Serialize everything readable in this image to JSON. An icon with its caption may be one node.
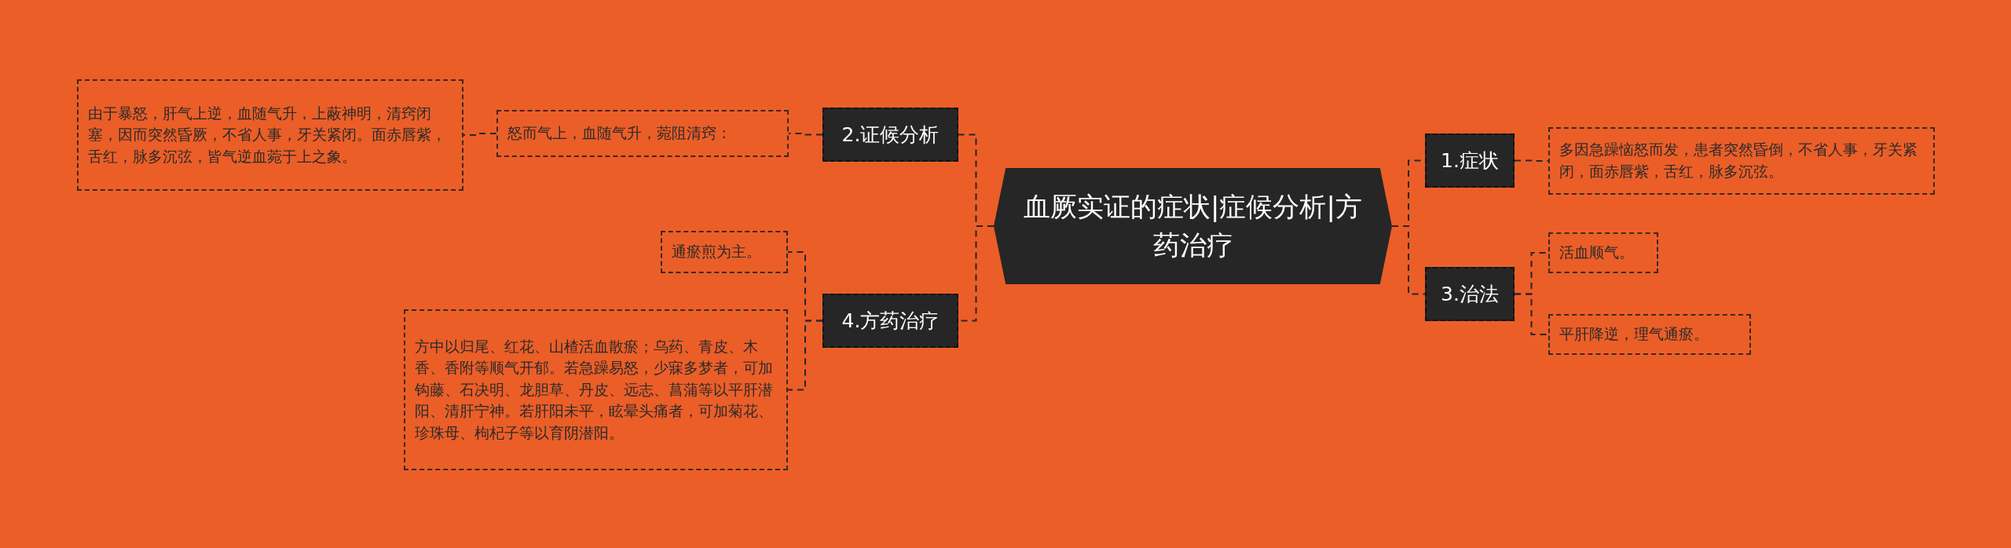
{
  "diagram": {
    "nodes": [
      {
        "text": [
          "血厥实证的症状|症候分析|方药治疗"
        ]
      },
      {
        "text": [
          "1.症状"
        ]
      },
      {
        "text": [
          "多因急躁恼怒而发，患者突然昏倒，不省人事，牙关紧闭，面赤唇紫，舌红，脉多沉弦。"
        ]
      },
      {
        "text": [
          "2.证候分析"
        ]
      },
      {
        "text": [
          "怒而气上，血随气升，菀阻清窍："
        ]
      },
      {
        "text": [
          "由于暴怒，肝气上逆，血随气升，上蔽神明，清窍闭塞，因而突然昏厥，不省人事，牙关紧闭。面赤唇紫，舌红，脉多沉弦，皆气逆血菀于上之象。"
        ]
      },
      {
        "text": [
          "3.治法"
        ]
      },
      {
        "text": [
          "活血顺气。"
        ]
      },
      {
        "text": [
          "平肝降逆，理气通瘀。"
        ]
      },
      {
        "text": [
          "4.方药治疗"
        ]
      },
      {
        "text": [
          "通瘀煎为主。"
        ]
      },
      {
        "text": [
          "方中以归尾、红花、山楂活血散瘀；乌药、青皮、木香、香附等顺气开郁。若急躁易怒，少寐多梦者，可加钩藤、石决明、龙胆草、丹皮、远志、菖蒲等以平肝潜阳、清肝宁神。若肝阳未平，眩晕头痛者，可加菊花、珍珠母、枸杞子等以育阴潜阳。"
        ]
      }
    ],
    "edges": [
      {
        "from": 0,
        "to": 1,
        "arrow": "none"
      },
      {
        "from": 1,
        "to": 2,
        "arrow": "none"
      },
      {
        "from": 0,
        "to": 3,
        "arrow": "none"
      },
      {
        "from": 3,
        "to": 4,
        "arrow": "none"
      },
      {
        "from": 4,
        "to": 5,
        "arrow": "none"
      },
      {
        "from": 0,
        "to": 6,
        "arrow": "none"
      },
      {
        "from": 6,
        "to": 7,
        "arrow": "none"
      },
      {
        "from": 6,
        "to": 8,
        "arrow": "none"
      },
      {
        "from": 0,
        "to": 9,
        "arrow": "none"
      },
      {
        "from": 9,
        "to": 10,
        "arrow": "none"
      },
      {
        "from": 9,
        "to": 11,
        "arrow": "none"
      }
    ]
  }
}
